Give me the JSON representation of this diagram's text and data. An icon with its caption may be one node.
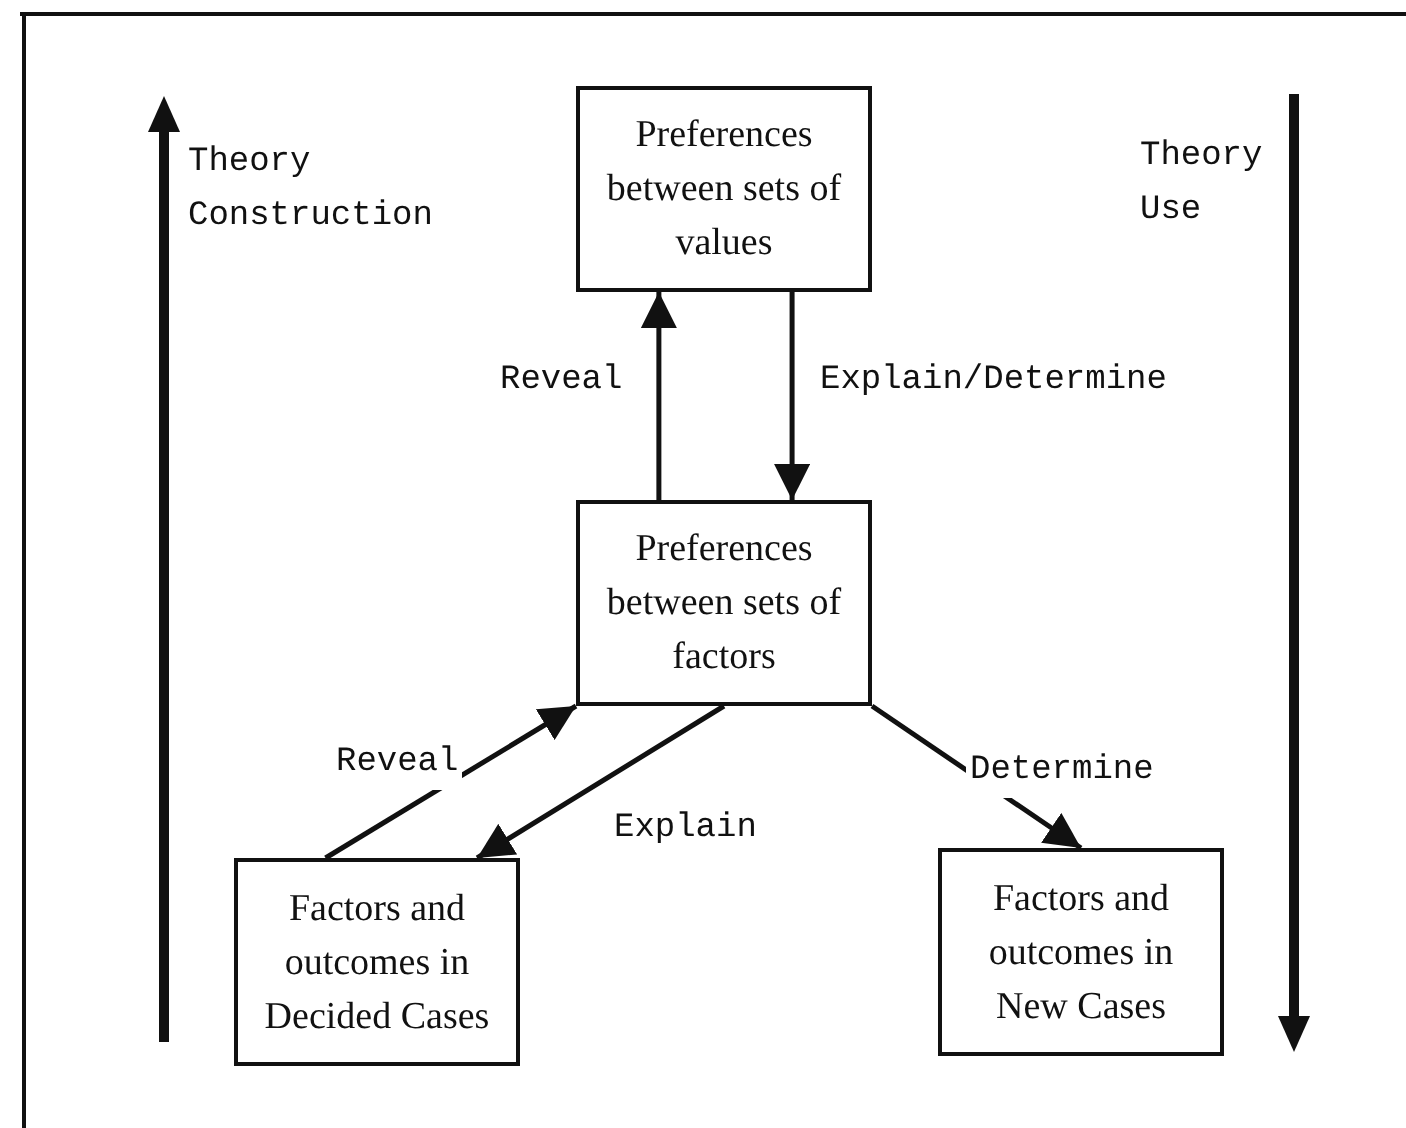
{
  "diagram": {
    "nodes": [
      {
        "text": [
          "Preferences between sets of values"
        ]
      },
      {
        "text": [
          "Preferences between sets of factors"
        ]
      },
      {
        "text": [
          "Factors and outcomes in Decided Cases"
        ]
      },
      {
        "text": [
          "Factors and outcomes in New Cases"
        ]
      }
    ],
    "edges": [
      {
        "from": 1,
        "to": 0,
        "arrow": "to",
        "label": "Reveal"
      },
      {
        "from": 0,
        "to": 1,
        "arrow": "to",
        "label": "Explain/Determine"
      },
      {
        "from": 2,
        "to": 1,
        "arrow": "to",
        "label": "Reveal"
      },
      {
        "from": 1,
        "to": 2,
        "arrow": "to",
        "label": "Explain"
      },
      {
        "from": 1,
        "to": 3,
        "arrow": "to",
        "label": "Determine"
      }
    ],
    "labels": [
      "Theory Construction",
      "Theory Use"
    ]
  }
}
